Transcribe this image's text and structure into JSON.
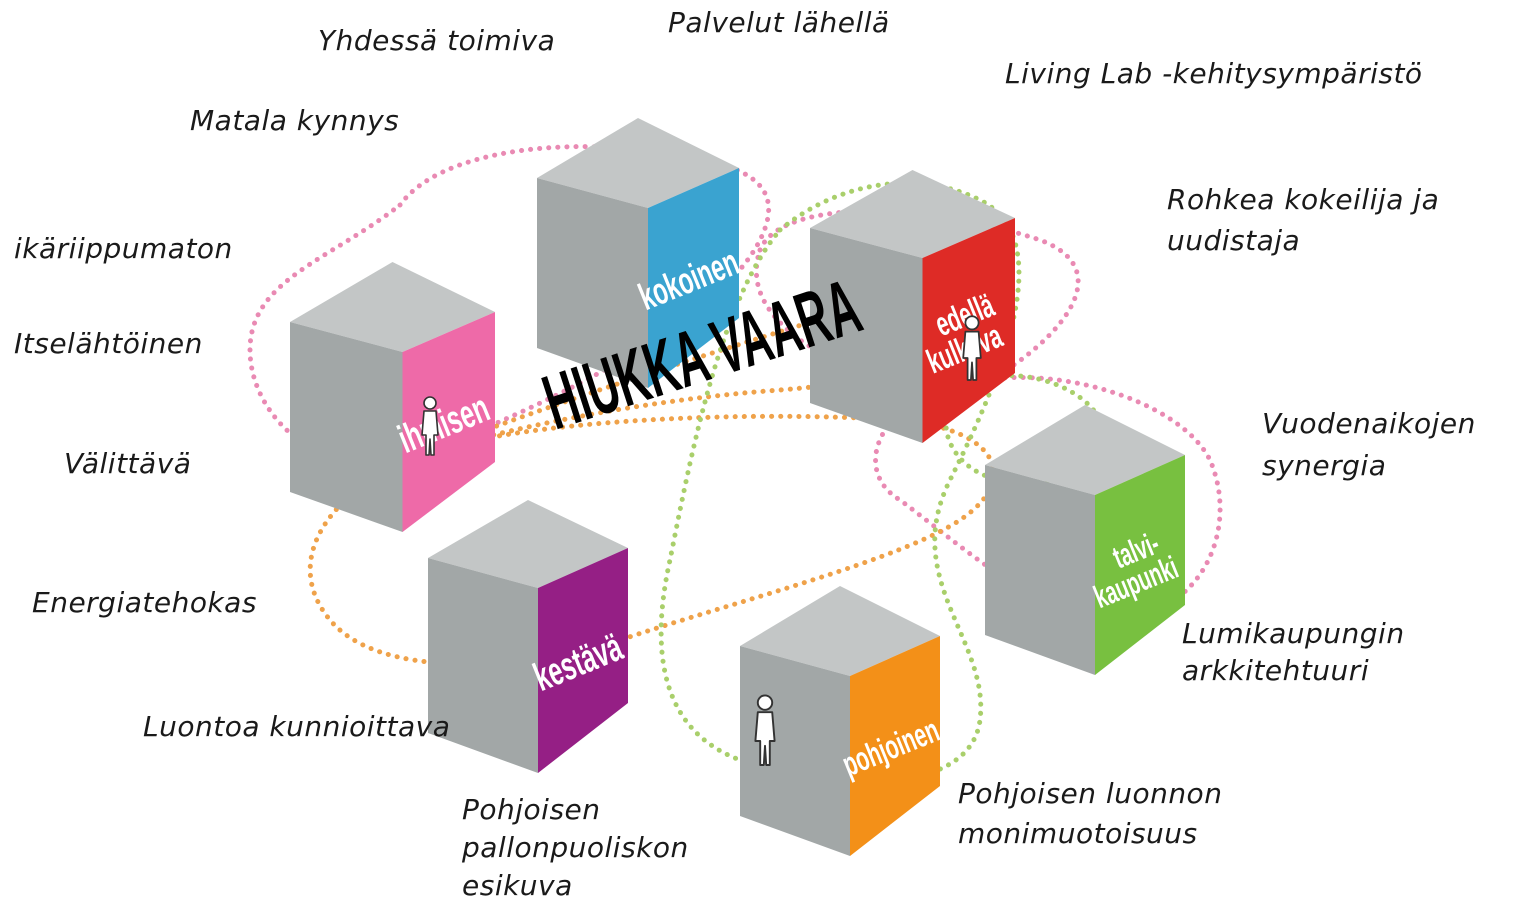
{
  "center_title": "HIUKKA VAARA",
  "cubes": [
    {
      "id": "kokoinen",
      "words": [
        "kokoinen"
      ],
      "color": "#3aa3d0"
    },
    {
      "id": "edella",
      "words": [
        "edellä",
        "kulkeva"
      ],
      "color": "#de2b26"
    },
    {
      "id": "ihmisen",
      "words": [
        "ihmisen"
      ],
      "color": "#ee6aa8"
    },
    {
      "id": "talvi",
      "words": [
        "talvi-",
        "kaupunki"
      ],
      "color": "#78c040"
    },
    {
      "id": "kestava",
      "words": [
        "kestävä"
      ],
      "color": "#951f85"
    },
    {
      "id": "pohjoinen",
      "words": [
        "pohjoinen"
      ],
      "color": "#f39018"
    }
  ],
  "labels": {
    "yhdessa": "Yhdessä toimiva",
    "palvelut": "Palvelut lähellä",
    "living_lab": "Living Lab -kehitysympäristö",
    "matala": "Matala kynnys",
    "rohkea_1": "Rohkea kokeilija ja",
    "rohkea_2": "uudistaja",
    "ikariippumaton": "ikäriippumaton",
    "itselahtoinen": "Itselähtöinen",
    "valittava": "Välittävä",
    "vuodenaikojen_1": "Vuodenaikojen",
    "vuodenaikojen_2": "synergia",
    "energiatehokas": "Energiatehokas",
    "lumikaupungin_1": "Lumikaupungin",
    "lumikaupungin_2": "arkkitehtuuri",
    "luontoa": "Luontoa kunnioittava",
    "pohjoisen_luonnon_1": "Pohjoisen luonnon",
    "pohjoisen_luonnon_2": "monimuotoisuus",
    "pohjoisen_pallon_1": "Pohjoisen",
    "pohjoisen_pallon_2": "pallonpuoliskon",
    "pohjoisen_pallon_3": "esikuva"
  },
  "colors": {
    "cube_top": "#c3c6c6",
    "cube_left": "#a2a7a7",
    "loop_pink": "#e98ab3",
    "loop_orange": "#efa24a",
    "loop_green": "#a9cf6b"
  }
}
